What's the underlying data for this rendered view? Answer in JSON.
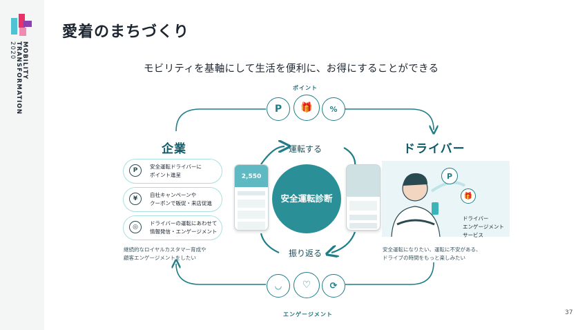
{
  "brand": {
    "line1": "MOBILITY",
    "line2": "TRANSFORMATION",
    "year": "2020"
  },
  "title": "愛着のまちづくり",
  "subtitle": "モビリティを基軸にして生活を便利に、お得にすることができる",
  "top_arc_label": "ポイント",
  "bottom_arc_label": "エンゲージメント",
  "company": {
    "heading": "企業",
    "items": [
      {
        "icon": "P",
        "text": "安全運転ドライバーに\nポイント進呈"
      },
      {
        "icon": "¥",
        "text": "自社キャンペーンや\nクーポンで販促・来店促進"
      },
      {
        "icon": "◎",
        "text": "ドライバーの運転にあわせて\n情報発信・エンゲージメント"
      }
    ],
    "caption": "継続的なロイヤルカスタマー育成や\n顧客エンゲージメントをしたい"
  },
  "driver": {
    "heading": "ドライバー",
    "service_label": "ドライバー\nエンゲージメント\nサービス",
    "caption": "安全運転になりたい、運転に不安がある、\nドライブの時間をもっと楽しみたい"
  },
  "cycle": {
    "center": "安全運転診断",
    "top": "運転する",
    "bottom": "振り返る"
  },
  "phone_left": {
    "value": "2,550"
  },
  "page_number": "37",
  "colors": {
    "teal": "#2b8f97",
    "light_teal": "#a9dfe0",
    "dark": "#1d2630"
  }
}
